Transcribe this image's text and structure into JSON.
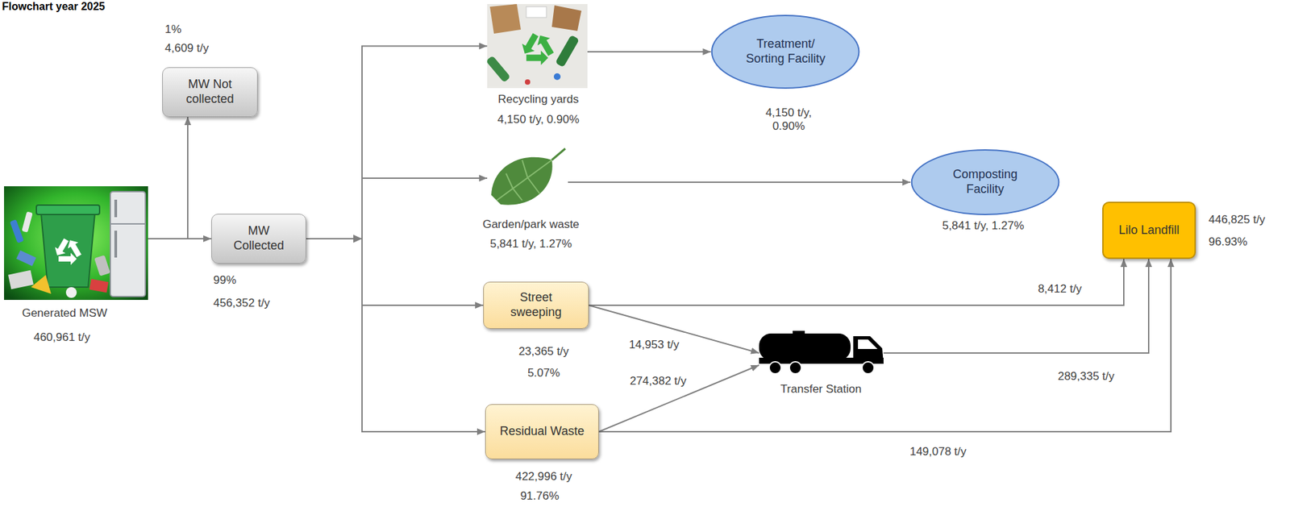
{
  "diagram": {
    "title": "Flowchart year 2025",
    "nodes": [
      {
        "text": [
          "Generated MSW",
          "460,961 t/y"
        ]
      },
      {
        "text": [
          "MW Not collected",
          "1%",
          "4,609 t/y"
        ]
      },
      {
        "text": [
          "MW Collected",
          "99%",
          "456,352 t/y"
        ]
      },
      {
        "text": [
          "Recycling yards",
          "4,150 t/y, 0.90%"
        ]
      },
      {
        "text": [
          "Treatment/ Sorting Facility",
          "4,150 t/y, 0.90%"
        ]
      },
      {
        "text": [
          "Garden/park waste",
          "5,841 t/y, 1.27%"
        ]
      },
      {
        "text": [
          "Composting Facility",
          "5,841 t/y, 1.27%"
        ]
      },
      {
        "text": [
          "Lilo Landfill",
          "446,825 t/y",
          "96.93%"
        ]
      },
      {
        "text": [
          "Street sweeping",
          "23,365 t/y",
          "5.07%"
        ]
      },
      {
        "text": [
          "Transfer Station"
        ]
      },
      {
        "text": [
          "Residual Waste",
          "422,996 t/y",
          "91.76%"
        ]
      }
    ],
    "edges": [
      {
        "from": 0,
        "to": 1,
        "arrow": "to"
      },
      {
        "from": 0,
        "to": 2,
        "arrow": "to"
      },
      {
        "from": 2,
        "to": 3,
        "arrow": "to"
      },
      {
        "from": 2,
        "to": 5,
        "arrow": "to"
      },
      {
        "from": 2,
        "to": 8,
        "arrow": "to"
      },
      {
        "from": 2,
        "to": 10,
        "arrow": "to"
      },
      {
        "from": 3,
        "to": 4,
        "arrow": "to"
      },
      {
        "from": 5,
        "to": 6,
        "arrow": "to"
      },
      {
        "from": 8,
        "to": 7,
        "label": "8,412 t/y",
        "arrow": "to"
      },
      {
        "from": 8,
        "to": 9,
        "label": "14,953 t/y",
        "arrow": "to"
      },
      {
        "from": 10,
        "to": 9,
        "label": "274,382 t/y",
        "arrow": "to"
      },
      {
        "from": 9,
        "to": 7,
        "label": "289,335 t/y",
        "arrow": "to"
      },
      {
        "from": 10,
        "to": 7,
        "label": "149,078 t/y",
        "arrow": "to"
      }
    ]
  }
}
